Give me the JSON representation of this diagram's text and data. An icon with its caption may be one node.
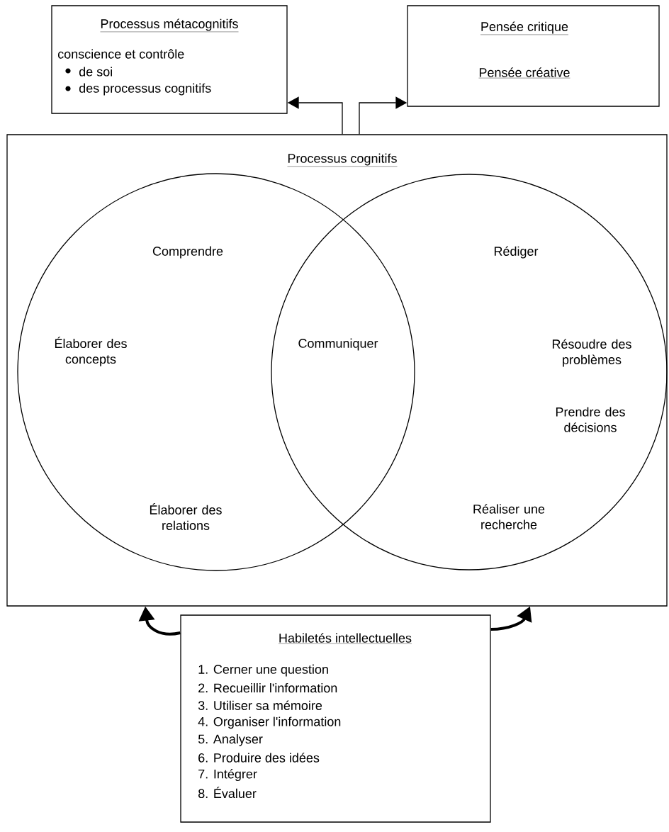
{
  "diagram": {
    "nodes": [
      {
        "text": [
          "Processus métacognitifs",
          "conscience et contrôle",
          "de soi",
          "des processus cognitifs"
        ]
      },
      {
        "text": [
          "Pensée critique",
          "Pensée créative"
        ]
      },
      {
        "text": [
          "Processus cognitifs"
        ]
      },
      {
        "text": [
          "Comprendre",
          "Élaborer des concepts",
          "Élaborer des relations"
        ],
        "in": 2
      },
      {
        "text": [
          "Rédiger",
          "Résoudre des problèmes",
          "Prendre des décisions",
          "Réaliser une recherche"
        ],
        "in": 2
      },
      {
        "text": [
          "Habiletés intellectuelles",
          "1. Cerner une question",
          "2. Recueillir l'information",
          "3. Utiliser sa mémoire",
          "4. Organiser l'information",
          "5. Analyser",
          "6. Produire des idées",
          "7. Intégrer",
          "8. Évaluer"
        ]
      }
    ],
    "edges": [
      {
        "from": 2,
        "to": 0,
        "arrow": "to"
      },
      {
        "from": 2,
        "to": 1,
        "arrow": "to"
      },
      {
        "from": 5,
        "to": 2,
        "arrow": "to",
        "style": "thick"
      },
      {
        "from": 5,
        "to": 2,
        "arrow": "to",
        "style": "thick"
      }
    ],
    "labels": [
      "Communiquer"
    ]
  }
}
